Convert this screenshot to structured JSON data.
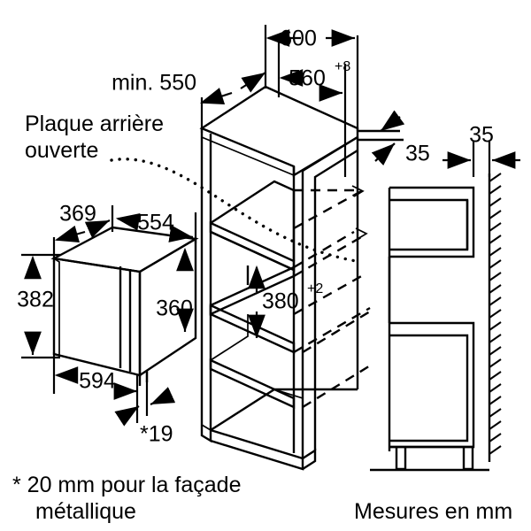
{
  "document": {
    "type": "installation-dimension-drawing",
    "language": "fr",
    "units_note": "Mesures en mm"
  },
  "labels": {
    "back_plate_line1": "Plaque arrière",
    "back_plate_line2": "ouverte",
    "footnote_line1": "* 20 mm pour la façade",
    "footnote_line2": "métallique",
    "units": "Mesures en mm"
  },
  "dimensions": {
    "min_depth": "min. 550",
    "cabinet_width_outer": "600",
    "niche_width": "560",
    "niche_width_tolerance": "+8",
    "niche_height": "380",
    "niche_height_tolerance": "+2",
    "wall_gap_iso": "35",
    "wall_gap_side": "35",
    "appliance_depth": "369",
    "appliance_body_width": "554",
    "appliance_height_total": "382",
    "appliance_height_body": "360",
    "appliance_face_width": "594",
    "face_thickness": "*19"
  },
  "colors": {
    "line": "#000000",
    "background": "#ffffff"
  }
}
